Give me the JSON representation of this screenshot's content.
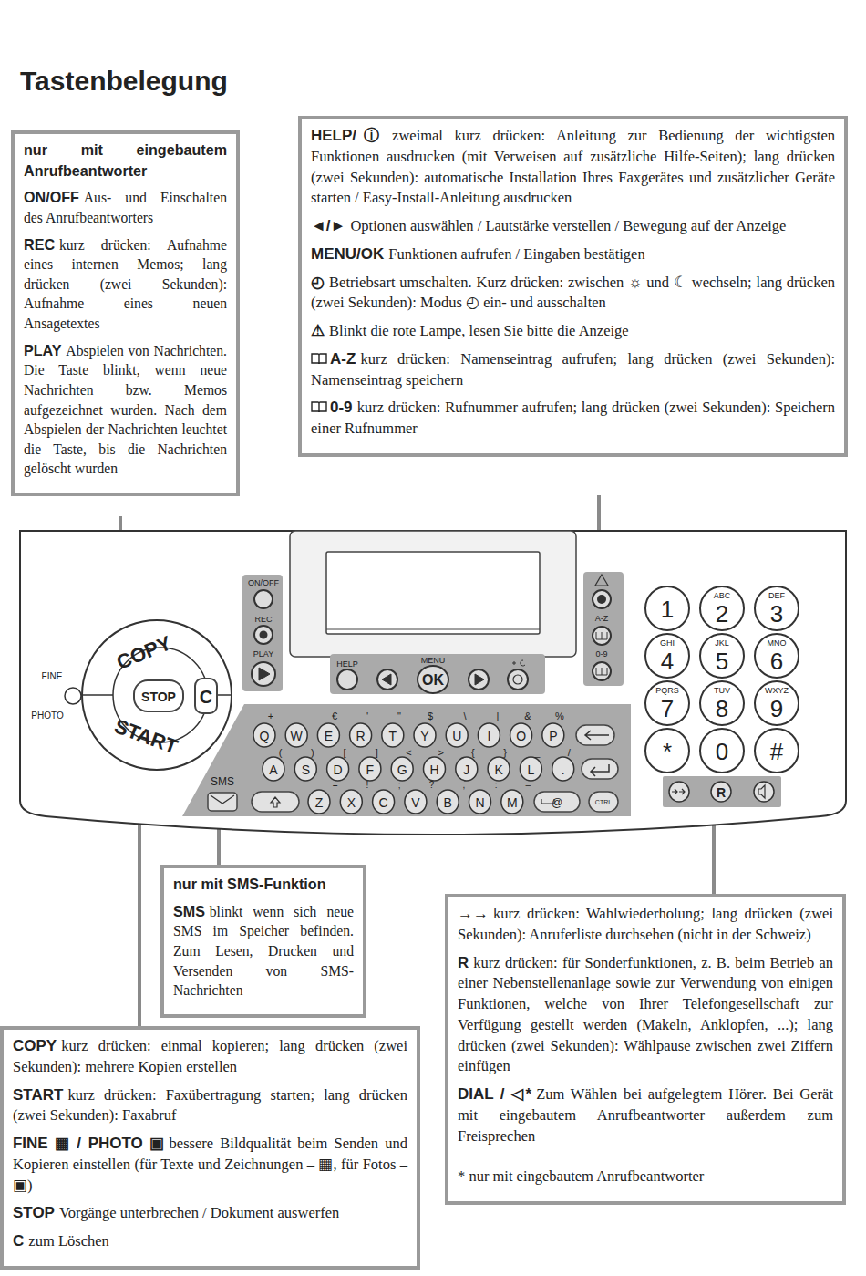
{
  "diagram": {
    "title": "Tastenbelegung",
    "nodes": [
      {
        "text": [
          "nur mit eingebautem Anrufbeantworter",
          "ON/OFF",
          "Aus- und Einschalten des Anrufbeantworters",
          "REC",
          "kurz drücken: Aufnahme eines internen Memos; lang drücken (zwei Sekunden): Aufnahme eines neuen Ansagetextes",
          "PLAY",
          "Abspielen von Nachrichten. Die Taste blinkt, wenn neue Nachrichten bzw. Memos aufgezeichnet wurden. Nach dem Abspielen der Nachrichten leuchtet die Taste, bis die Nachrichten gelöscht wurden"
        ]
      },
      {
        "text": [
          "HELP/ⓘ",
          "zweimal kurz drücken: Anleitung zur Bedienung der wichtigsten Funktionen ausdrucken (mit Verweisen auf zusätzliche Hilfe-Seiten); lang drücken (zwei Sekunden): automatische Installation Ihres Faxgerätes und zusätzlicher Geräte starten / Easy-Install-Anleitung ausdrucken",
          "◄/►",
          "Optionen auswählen / Lautstärke verstellen / Bewegung auf der Anzeige",
          "MENU/OK",
          "Funktionen aufrufen / Eingaben bestätigen",
          "◴",
          "Betriebsart umschalten. Kurz drücken: zwischen ☼ und ☾ wechseln; lang drücken (zwei Sekunden): Modus ◴ ein- und ausschalten",
          "⚠",
          "Blinkt die rote Lampe, lesen Sie bitte die Anzeige",
          "A-Z",
          "kurz drücken: Namenseintrag aufrufen; lang drücken (zwei Sekunden): Namenseintrag speichern",
          "0-9",
          "kurz drücken: Rufnummer aufrufen; lang drücken (zwei Sekunden): Speichern einer Rufnummer"
        ]
      },
      {
        "text": [
          "nur mit SMS-Funktion",
          "SMS",
          "blinkt wenn sich neue SMS im Speicher befinden. Zum Lesen, Drucken und Versenden von SMS-Nachrichten"
        ]
      },
      {
        "text": [
          "→→",
          "kurz drücken: Wahlwiederholung; lang drücken (zwei Sekunden): Anruferliste durchsehen (nicht in der Schweiz)",
          "R",
          "kurz drücken: für Sonderfunktionen, z. B. beim Betrieb an einer Nebenstellenanlage sowie zur Verwendung von einigen Funktionen, welche von Ihrer Telefongesellschaft zur Verfügung gestellt werden (Makeln, Anklopfen, ...); lang drücken (zwei Sekunden): Wählpause zwischen zwei Ziffern einfügen",
          "DIAL / ◁*",
          "Zum Wählen bei aufgelegtem Hörer. Bei Gerät mit eingebautem Anrufbeantworter außerdem zum Freisprechen",
          "* nur mit eingebautem Anrufbeantworter"
        ]
      },
      {
        "text": [
          "COPY",
          "kurz drücken: einmal kopieren; lang drücken (zwei Sekunden): mehrere Kopien erstellen",
          "START",
          "kurz drücken: Faxübertragung starten; lang drücken (zwei Sekunden): Faxabruf",
          "FINE ▦ / PHOTO ▣",
          "bessere Bildqualität beim Senden und Kopieren einstellen (für Texte und Zeichnungen – ▦, für Fotos – ▣)",
          "STOP",
          "Vorgänge unterbrechen / Dokument auswerfen",
          "C",
          "zum Löschen"
        ]
      }
    ],
    "labels": [
      "ON/OFF",
      "REC",
      "PLAY",
      "HELP",
      "MENU",
      "OK",
      "A-Z",
      "0-9",
      "FINE",
      "PHOTO",
      "COPY",
      "STOP",
      "C",
      "START",
      "SMS",
      "Q",
      "W",
      "E",
      "R",
      "T",
      "Y",
      "U",
      "I",
      "O",
      "P",
      "A",
      "S",
      "D",
      "F",
      "G",
      "H",
      "J",
      "K",
      "L",
      ".",
      "Z",
      "X",
      "C",
      "V",
      "B",
      "N",
      "M",
      "@",
      "+",
      "€",
      "'",
      "\"",
      "$",
      "\\",
      "|",
      "&",
      "%",
      "(",
      ")",
      "[",
      "]",
      "<",
      ">",
      "{",
      "}",
      "_",
      "/",
      "=",
      "!",
      ";",
      "?",
      ",",
      ":",
      "–",
      "1",
      "2",
      "3",
      "4",
      "5",
      "6",
      "7",
      "8",
      "9",
      "*",
      "0",
      "#",
      "ABC",
      "DEF",
      "GHI",
      "JKL",
      "MNO",
      "PQRS",
      "TUV",
      "WXYZ",
      "R",
      "CTRL"
    ]
  }
}
